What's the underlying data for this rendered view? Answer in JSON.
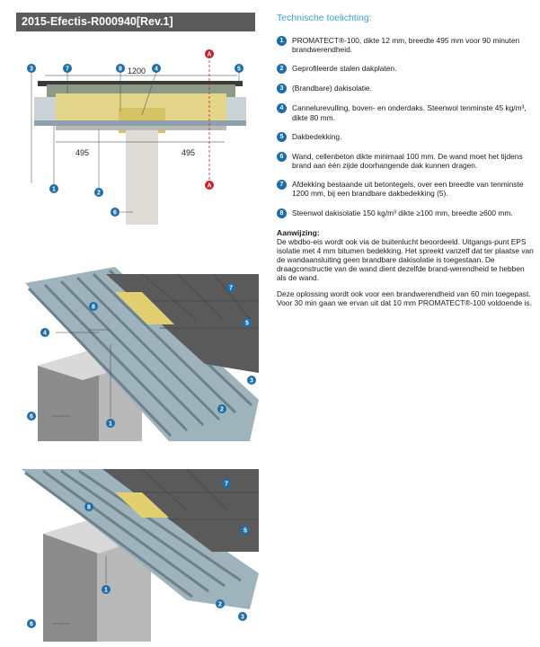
{
  "header": {
    "title": "2015-Efectis-R000940[Rev.1]"
  },
  "explanation": {
    "title": "Technische toelichting:",
    "items": [
      {
        "num": "1",
        "text": "PROMATECT®-100, dikte 12 mm, breedte 495 mm voor 90 minuten brandwerendheid."
      },
      {
        "num": "2",
        "text": "Geprofileerde stalen dakplaten."
      },
      {
        "num": "3",
        "text": "(Brandbare) dakisolatie."
      },
      {
        "num": "4",
        "text": "Cannelurevulling, boven- en onderdaks. Steenwol tenminste 45 kg/m³, dikte 80 mm."
      },
      {
        "num": "5",
        "text": "Dakbedekking."
      },
      {
        "num": "6",
        "text": "Wand, cellenbeton dikte minimaal 100 mm. De wand moet het tijdens brand aan één zijde doorhangende dak kunnen dragen."
      },
      {
        "num": "7",
        "text": "Afdekking bestaande uit betontegels, over een breedte van tenminste 1200 mm, bij een brandbare dakbedekking (5)."
      },
      {
        "num": "8",
        "text": "Steenwol dakisolatie 150 kg/m³ dikte ≥100 mm, breedte ≥600 mm."
      }
    ],
    "note_title": "Aanwijzing:",
    "note_paragraphs": [
      "De wbdbo-eis wordt ook via de buitenlucht beoordeeld. Uitgangs-punt EPS isolatie met 4 mm bitumen bedekking. Het spreekt vanzelf dat ter plaatse van de wandaansluiting geen brandbare dakisolatie is toegestaan. De draagconstructie van de wand dient dezelfde brand-werendheid te hebben als de wand.",
      "Deze oplossing wordt ook voor een brandwerendheid van 60 min toegepast. Voor 30 min gaan we ervan uit dat 10 mm PROMATECT®-100 voldoende is."
    ]
  },
  "diagram_section": {
    "dim_top": "1200",
    "dim_left": "495",
    "dim_right": "495",
    "marker_a": "A",
    "callouts": [
      "3",
      "7",
      "8",
      "4",
      "5",
      "1",
      "2",
      "6"
    ]
  },
  "diagram_iso_1": {
    "callouts": [
      "7",
      "8",
      "5",
      "4",
      "3",
      "6",
      "1",
      "2"
    ]
  },
  "diagram_iso_2": {
    "callouts": [
      "7",
      "8",
      "5",
      "1",
      "3",
      "6",
      "2"
    ]
  },
  "colors": {
    "badge": "#1d6ea8",
    "title": "#3aa1d6",
    "header": "#5b5b5b",
    "marker": "#c8202a"
  }
}
